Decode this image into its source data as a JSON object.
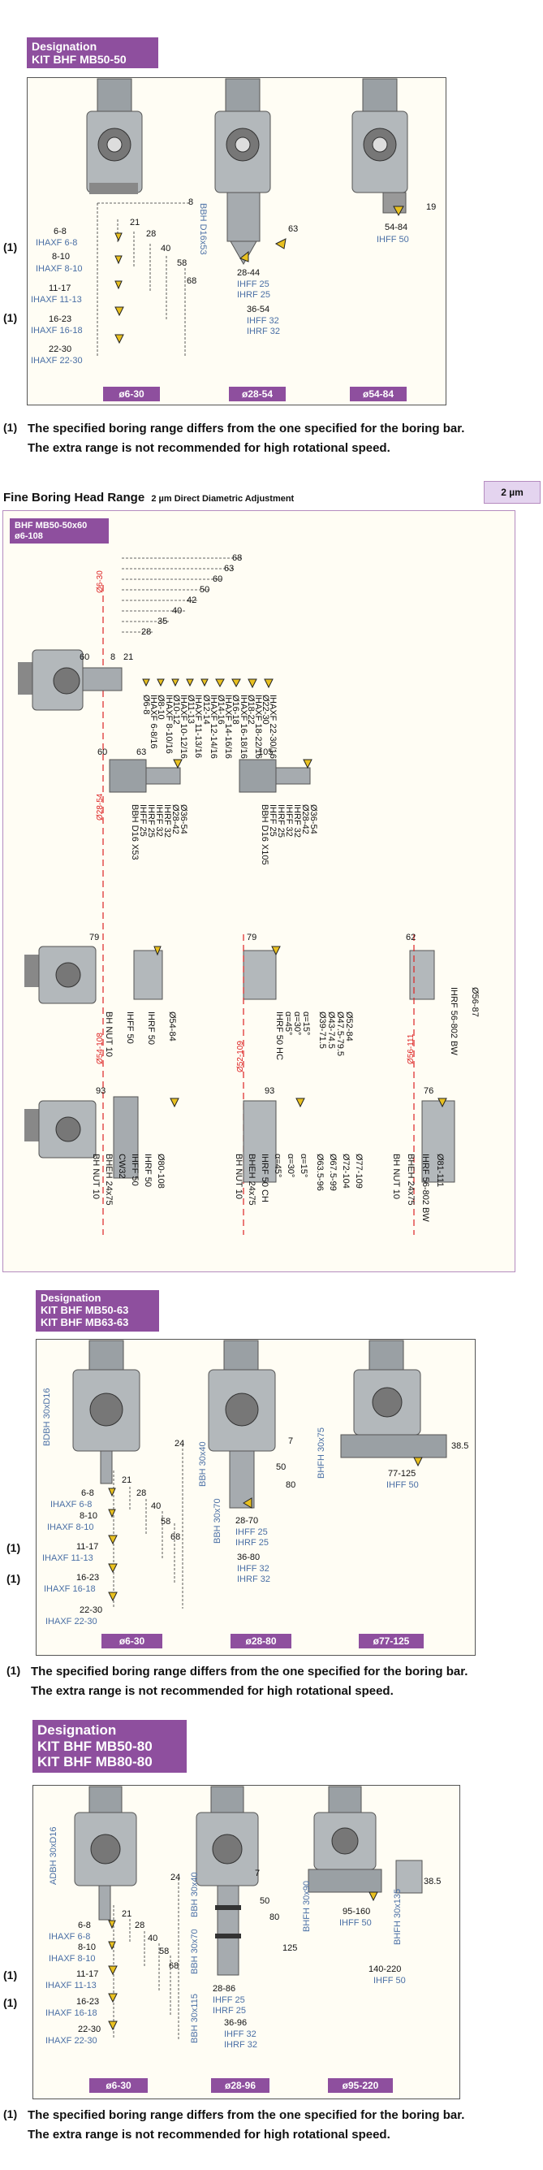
{
  "section1": {
    "designation": [
      "Designation",
      "KIT BHF MB50-50"
    ],
    "ranges": [
      "ø6-30",
      "ø28-54",
      "ø54-84"
    ],
    "dims_left": [
      "6-8",
      "8-10",
      "11-17",
      "16-23",
      "22-30"
    ],
    "inserts_left": [
      "IHAXF 6-8",
      "IHAXF 8-10",
      "IHAXF 11-13",
      "IHAXF 16-18",
      "IHAXF 22-30"
    ],
    "stack_left": [
      "8",
      "21",
      "28",
      "40",
      "58",
      "68"
    ],
    "mid_bar": "BBH D16x53",
    "mid_dims": [
      "28-44",
      "36-54",
      "63"
    ],
    "mid_inserts": [
      "IHFF 25",
      "IHRF 25",
      "IHFF 32",
      "IHRF 32"
    ],
    "right_dims": [
      "54-84",
      "19"
    ],
    "right_insert": "IHFF 50",
    "footnote_marks": [
      "(1)",
      "(1)"
    ]
  },
  "footnote1": {
    "mark": "(1)",
    "line1": "The specified boring range differs from the one specified for the boring bar.",
    "line2": "The extra range is not recommended for high rotational speed."
  },
  "section2": {
    "title": "Fine Boring Head Range",
    "subtitle": "2 µm Direct Diametric Adjustment",
    "badge": "2 µm",
    "designation": [
      "BHF MB50-50x60",
      "ø6-108"
    ],
    "row1": {
      "stack": [
        "68",
        "63",
        "60",
        "50",
        "42",
        "40",
        "35",
        "28"
      ],
      "dims": [
        "60",
        "8",
        "21"
      ],
      "red": "Ø6-30",
      "labels": [
        "Ø6-8",
        "Ø8-10",
        "Ø10-12",
        "Ø11-13",
        "Ø12-14",
        "Ø14-16",
        "Ø16-18",
        "Ø18-22",
        "Ø22-30"
      ],
      "inserts": [
        "IHAXF 6-8/16",
        "IHAXF 8-10/16",
        "IHAXF 10-12/16",
        "IHAXF 11-13/16",
        "IHAXF 12-14/16",
        "IHAXF 14-16/16",
        "IHAXF 16-18/16",
        "IHAXF 18-22/16",
        "IHAXF 22-30/16"
      ]
    },
    "row2": {
      "dims": [
        "60",
        "63",
        "105"
      ],
      "red": "Ø28-54",
      "bars": [
        "BBH D16 X53",
        "BBH D16 X105"
      ],
      "labels": [
        "IHFF 25",
        "IHRF 25",
        "IHFF 32",
        "IHRF 32",
        "Ø28-42",
        "Ø36-54"
      ]
    },
    "row3": {
      "dims": [
        "79",
        "79",
        "62"
      ],
      "red": [
        "Ø54-108",
        "Ø52-109",
        "Ø56-111"
      ],
      "left": [
        "BH NUT 10",
        "IHFF 50",
        "IHRF 50",
        "Ø54-84"
      ],
      "mid": [
        "IHRF 50 HC",
        "α=45°",
        "α=30°",
        "α=15°",
        "Ø39-71.5",
        "Ø43-74.5",
        "Ø47.5-79.5",
        "Ø52-84"
      ],
      "right": [
        "IHRF 56-802 BW",
        "Ø56-87"
      ]
    },
    "row4": {
      "dims": [
        "93",
        "93",
        "76"
      ],
      "left": [
        "BH NUT 10",
        "BHEH 24x75",
        "CW32",
        "IHFF 50",
        "IHRF 50",
        "Ø80-108"
      ],
      "mid": [
        "BH NUT 10",
        "BHEH 24x75",
        "IHRF 50 CH",
        "α=45°",
        "α=30°",
        "α=15°",
        "Ø63.5-96",
        "Ø67.5-99",
        "Ø72-104",
        "Ø77-109"
      ],
      "right": [
        "BH NUT 10",
        "BHEH 24x75",
        "IHRF 56-802 BW",
        "Ø81-111"
      ]
    }
  },
  "section3": {
    "designation": [
      "Designation",
      "KIT BHF MB50-63",
      "KIT BHF MB63-63"
    ],
    "ranges": [
      "ø6-30",
      "ø28-80",
      "ø77-125"
    ],
    "left_bar": "BDBH 30xD16",
    "dims_left": [
      "6-8",
      "8-10",
      "11-17",
      "16-23",
      "22-30"
    ],
    "inserts_left": [
      "IHAXF 6-8",
      "IHAXF 8-10",
      "IHAXF 11-13",
      "IHAXF 16-18",
      "IHAXF 22-30"
    ],
    "stack_left": [
      "24",
      "21",
      "28",
      "40",
      "58",
      "68"
    ],
    "mid_bars": [
      "BBH 30x40",
      "BBH 30x70"
    ],
    "mid_dims": [
      "7",
      "50",
      "80",
      "28-70",
      "36-80"
    ],
    "mid_inserts": [
      "IHFF 25",
      "IHRF 25",
      "IHFF 32",
      "IHRF 32"
    ],
    "right_bar": "BHFH 30x75",
    "right_dims": [
      "38.5",
      "77-125"
    ],
    "right_insert": "IHFF 50",
    "footnote_marks": [
      "(1)",
      "(1)"
    ]
  },
  "footnote3": {
    "mark": "(1)",
    "line1": "The specified boring range differs from the one specified for the boring bar.",
    "line2": "The extra range is not recommended for high rotational speed."
  },
  "section4": {
    "designation": [
      "Designation",
      "KIT BHF MB50-80",
      "KIT BHF MB80-80"
    ],
    "ranges": [
      "ø6-30",
      "ø28-96",
      "ø95-220"
    ],
    "left_bar": "ADBH 30xD16",
    "dims_left": [
      "6-8",
      "8-10",
      "11-17",
      "16-23",
      "22-30"
    ],
    "inserts_left": [
      "IHAXF 6-8",
      "IHAXF 8-10",
      "IHAXF 11-13",
      "IHAXF 16-18",
      "IHAXF 22-30"
    ],
    "stack_left": [
      "24",
      "21",
      "28",
      "40",
      "58",
      "68"
    ],
    "mid_bars": [
      "BBH 30x40",
      "BBH 30x70",
      "BBH 30x115"
    ],
    "mid_dims": [
      "7",
      "50",
      "80",
      "125",
      "28-86",
      "36-96"
    ],
    "mid_inserts": [
      "IHFF 25",
      "IHRF 25",
      "IHFF 32",
      "IHRF 32"
    ],
    "right_bars": [
      "BHFH 30x90",
      "BHFH 30x135"
    ],
    "right_dims": [
      "38.5",
      "95-160",
      "140-220"
    ],
    "right_inserts": [
      "IHFF 50",
      "IHFF 50"
    ],
    "footnote_marks": [
      "(1)",
      "(1)"
    ]
  },
  "footnote4": {
    "mark": "(1)",
    "line1": "The specified boring range differs from the one specified for the boring bar.",
    "line2": "The extra range is not recommended for high rotational speed."
  }
}
